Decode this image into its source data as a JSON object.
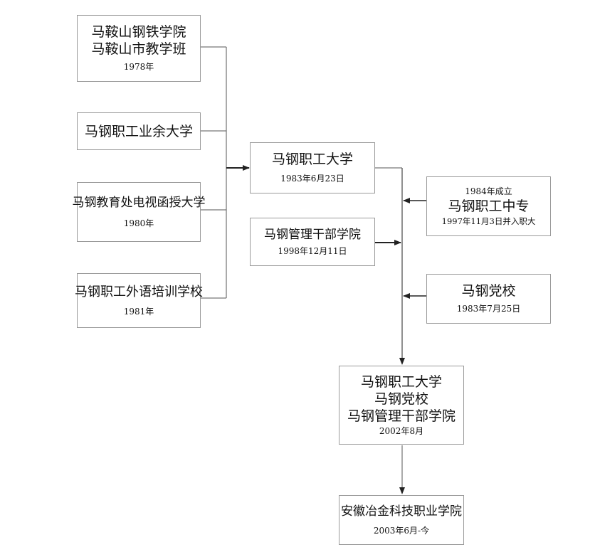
{
  "boxes": {
    "ma_gang_xue_yuan": {
      "lines": [
        "马鞍山钢铁学院",
        "马鞍山市教学班"
      ],
      "date": "1978年"
    },
    "ye_yu_da_xue": {
      "lines": [
        "马钢职工业余大学"
      ]
    },
    "dian_shi_han_shou": {
      "lines": [
        "马钢教育处电视函授大学"
      ],
      "date": "1980年"
    },
    "wai_yu_pei_xun": {
      "lines": [
        "马钢职工外语培训学校"
      ],
      "date": "1981年"
    },
    "zhi_gong_da_xue": {
      "lines": [
        "马钢职工大学"
      ],
      "date": "1983年6月23日"
    },
    "gan_bu_xue_yuan": {
      "lines": [
        "马钢管理干部学院"
      ],
      "date": "1998年12月11日"
    },
    "zhong_zhuan": {
      "top": "1984年成立",
      "lines": [
        "马钢职工中专"
      ],
      "date": "1997年11月3日并入职大"
    },
    "dang_xiao": {
      "lines": [
        "马钢党校"
      ],
      "date": "1983年7月25日"
    },
    "he_bing": {
      "lines": [
        "马钢职工大学",
        "马钢党校",
        "马钢管理干部学院"
      ],
      "date": "2002年8月"
    },
    "ye_jin_xue_yuan": {
      "lines": [
        "安徽冶金科技职业学院"
      ],
      "date": "2003年6月-今"
    }
  }
}
